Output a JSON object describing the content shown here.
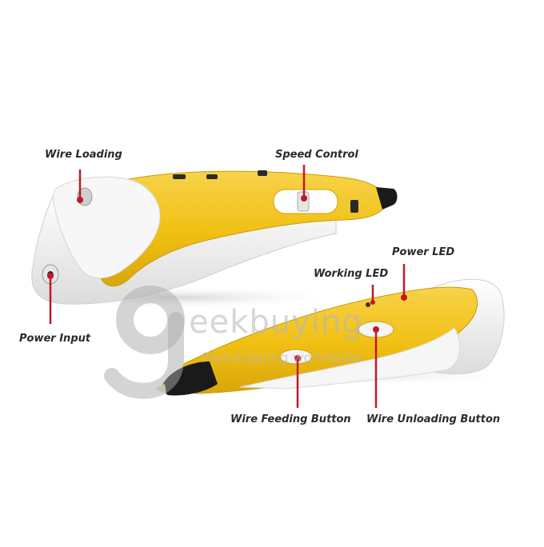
{
  "callouts": {
    "wire_loading": "Wire Loading",
    "speed_control": "Speed Control",
    "power_input": "Power Input",
    "power_led": "Power LED",
    "working_led": "Working LED",
    "wire_feeding_button": "Wire Feeding Button",
    "wire_unloading_button": "Wire Unloading Button"
  },
  "watermark": {
    "brand": "eekbuying",
    "tagline": "Freeshipping worldwide"
  },
  "colors": {
    "pen_body": "#f2c318",
    "pen_shell": "#f4f4f4",
    "tip": "#1a1a1a",
    "leader": "#c0182a",
    "label_text": "#2b2b2b"
  }
}
